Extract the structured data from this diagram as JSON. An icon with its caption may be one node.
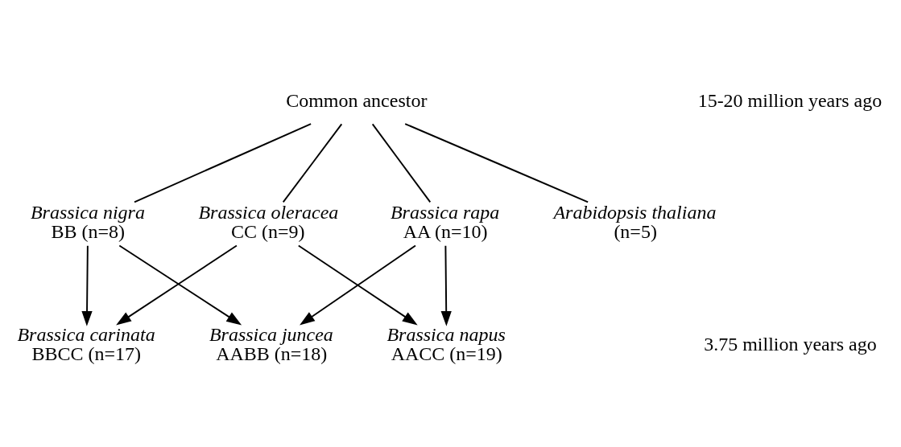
{
  "diagram": {
    "nodes": [
      {
        "text": [
          "Common ancestor"
        ]
      },
      {
        "text": [
          "Brassica oleracea",
          "CC (n=9)"
        ]
      },
      {
        "text": [
          "Brassica nigra",
          "BB (n=8)"
        ]
      },
      {
        "text": [
          "Brassica rapa",
          "AA (n=10)"
        ]
      },
      {
        "text": [
          "Arabidopsis thaliana",
          "(n=5)"
        ]
      },
      {
        "text": [
          "Brassica carinata",
          "BBCC (n=17)"
        ]
      },
      {
        "text": [
          "Brassica napus",
          "AACC (n=19)"
        ]
      },
      {
        "text": [
          "Brassica juncea",
          "AABB (n=18)"
        ]
      }
    ],
    "edges": [
      {
        "from": 0,
        "to": 1,
        "arrow": "none"
      },
      {
        "from": 0,
        "to": 2,
        "arrow": "none"
      },
      {
        "from": 0,
        "to": 3,
        "arrow": "none"
      },
      {
        "from": 0,
        "to": 4,
        "arrow": "none"
      },
      {
        "from": 1,
        "to": 5,
        "arrow": "to"
      },
      {
        "from": 1,
        "to": 6,
        "arrow": "to"
      },
      {
        "from": 2,
        "to": 5,
        "arrow": "to"
      },
      {
        "from": 2,
        "to": 7,
        "arrow": "to"
      },
      {
        "from": 3,
        "to": 6,
        "arrow": "to"
      },
      {
        "from": 3,
        "to": 7,
        "arrow": "to"
      }
    ],
    "labels": [
      "15-20 million years ago",
      "3.75 million years ago"
    ]
  }
}
